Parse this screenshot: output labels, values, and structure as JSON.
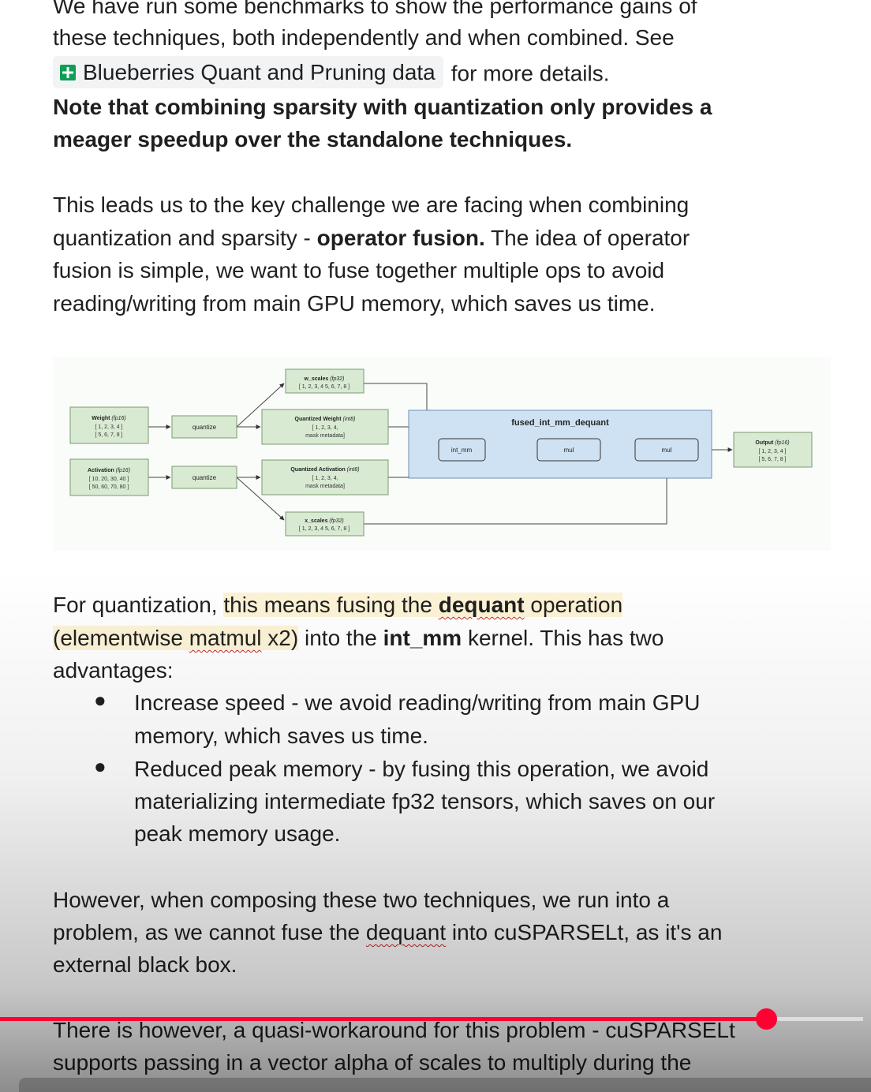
{
  "paragraph1": {
    "line1": "We have run some benchmarks to show the performance gains of",
    "line2": "these techniques, both independently and when combined. See",
    "chip_label": "Blueberries Quant and Pruning data",
    "line3_tail": "for more details."
  },
  "note": {
    "line1": "Note that combining sparsity with quantization only provides a",
    "line2": "meager speedup over the standalone techniques."
  },
  "paragraph2": {
    "line1": "This leads us to the key challenge we are facing when combining",
    "line2_a": "quantization and sparsity - ",
    "line2_b": "operator fusion.",
    "line2_c": " The idea of operator",
    "line3": "fusion is simple, we want to fuse together multiple ops to avoid",
    "line4": "reading/writing from main GPU memory, which saves us time."
  },
  "diagram": {
    "weight": {
      "title": "Weight",
      "dtype": "(fp16)",
      "row1": "[ 1, 2, 3, 4 ]",
      "row2": "[ 5, 6, 7, 8 ]"
    },
    "activation": {
      "title": "Activation",
      "dtype": "(fp16)",
      "row1": "[ 10, 20, 30, 40 ]",
      "row2": "[ 50, 60, 70, 80 ]"
    },
    "quantize_top": "quantize",
    "quantize_bottom": "quantize",
    "w_scales": {
      "title": "w_scales",
      "dtype": "(fp32)",
      "row1": "[ 1, 2, 3, 4 5, 6, 7, 8 ]"
    },
    "qweight": {
      "title": "Quantized Weight",
      "dtype": "(int8)",
      "row1": "[ 1, 2, 3, 4,",
      "row2": "mask metadata]"
    },
    "qact": {
      "title": "Quantized Activation",
      "dtype": "(int8)",
      "row1": "[ 1, 2, 3, 4,",
      "row2": "mask metadata]"
    },
    "x_scales": {
      "title": "x_scales",
      "dtype": "(fp32)",
      "row1": "[ 1, 2, 3, 4 5, 6, 7, 8 ]"
    },
    "fused_title": "fused_int_mm_dequant",
    "int_mm": "int_mm",
    "mul1": "mul",
    "mul2": "mul",
    "output": {
      "title": "Output",
      "dtype": "(fp16)",
      "row1": "[ 1, 2, 3, 4 ]",
      "row2": "[ 5, 6, 7, 8 ]"
    }
  },
  "paragraph3": {
    "line1_a": "For quantization, ",
    "line1_b": "this means fusing the ",
    "line1_c": "dequant",
    "line1_d": " operation",
    "line2_a": "(elementwise ",
    "line2_b": "matmul",
    "line2_c": " x2)",
    "line2_d": " into the ",
    "line2_e": "int_mm",
    "line2_f": " kernel. This has two",
    "line3": "advantages:"
  },
  "bullets": [
    {
      "line1": "Increase speed - we avoid reading/writing from main GPU",
      "line2": "memory, which saves us time."
    },
    {
      "line1": "Reduced peak memory - by fusing this operation, we avoid",
      "line2": "materializing intermediate fp32 tensors, which saves on our",
      "line3": "peak memory usage."
    }
  ],
  "paragraph4": {
    "line1": "However, when composing these two techniques, we run into a",
    "line2_a": "problem, as we cannot fuse the ",
    "line2_b": "dequant",
    "line2_c": " into cuSPARSELt, as it's an",
    "line3": "external black box."
  },
  "paragraph5": {
    "line1": "There is however, a quasi-workaround for this problem - cuSPARSELt",
    "line2": "supports passing in a vector alpha of scales to multiply during the"
  },
  "player": {
    "progress": 0.888
  },
  "colors": {
    "accent": "#ff0033",
    "highlight": "#fdf3d6",
    "node_fill": "#d9ead3",
    "fused_fill": "#cfe2f3",
    "sheets_green": "#0f9d58"
  }
}
